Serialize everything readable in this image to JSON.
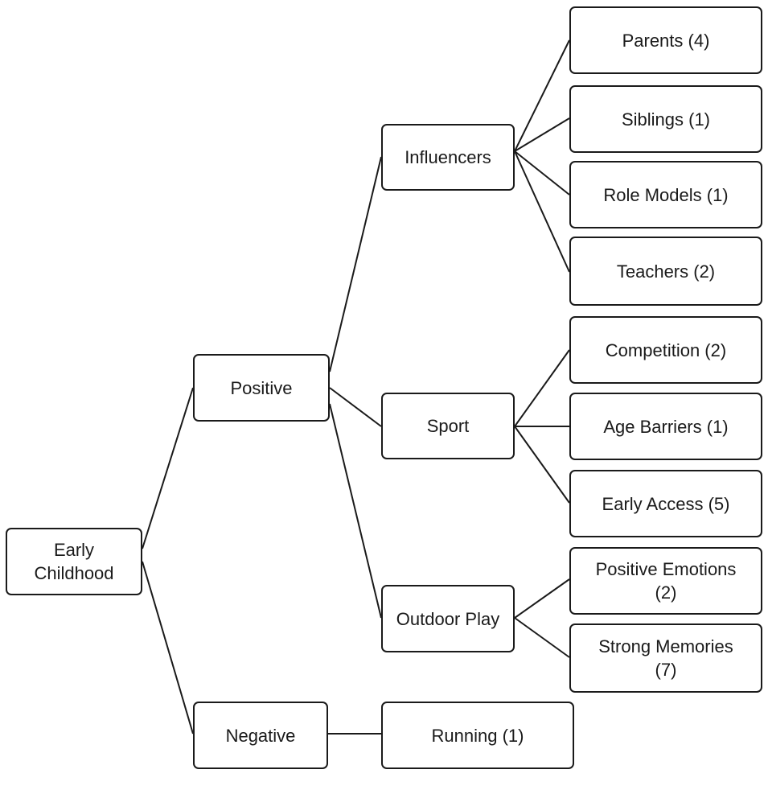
{
  "tree": {
    "root": {
      "label": "Early Childhood"
    },
    "positive": {
      "label": "Positive"
    },
    "negative": {
      "label": "Negative"
    },
    "influencers": {
      "label": "Influencers"
    },
    "sport": {
      "label": "Sport"
    },
    "outdoor_play": {
      "label": "Outdoor Play"
    },
    "running": {
      "label": "Running (1)"
    },
    "parents": {
      "label": "Parents (4)"
    },
    "siblings": {
      "label": "Siblings (1)"
    },
    "role_models": {
      "label": "Role Models (1)"
    },
    "teachers": {
      "label": "Teachers (2)"
    },
    "competition": {
      "label": "Competition (2)"
    },
    "age_barriers": {
      "label": "Age Barriers (1)"
    },
    "early_access": {
      "label": "Early Access (5)"
    },
    "positive_emotions": {
      "label": "Positive Emotions (2)"
    },
    "strong_memories": {
      "label": "Strong Memories (7)"
    }
  },
  "colors": {
    "stroke": "#1a1a1a",
    "background": "#ffffff"
  }
}
